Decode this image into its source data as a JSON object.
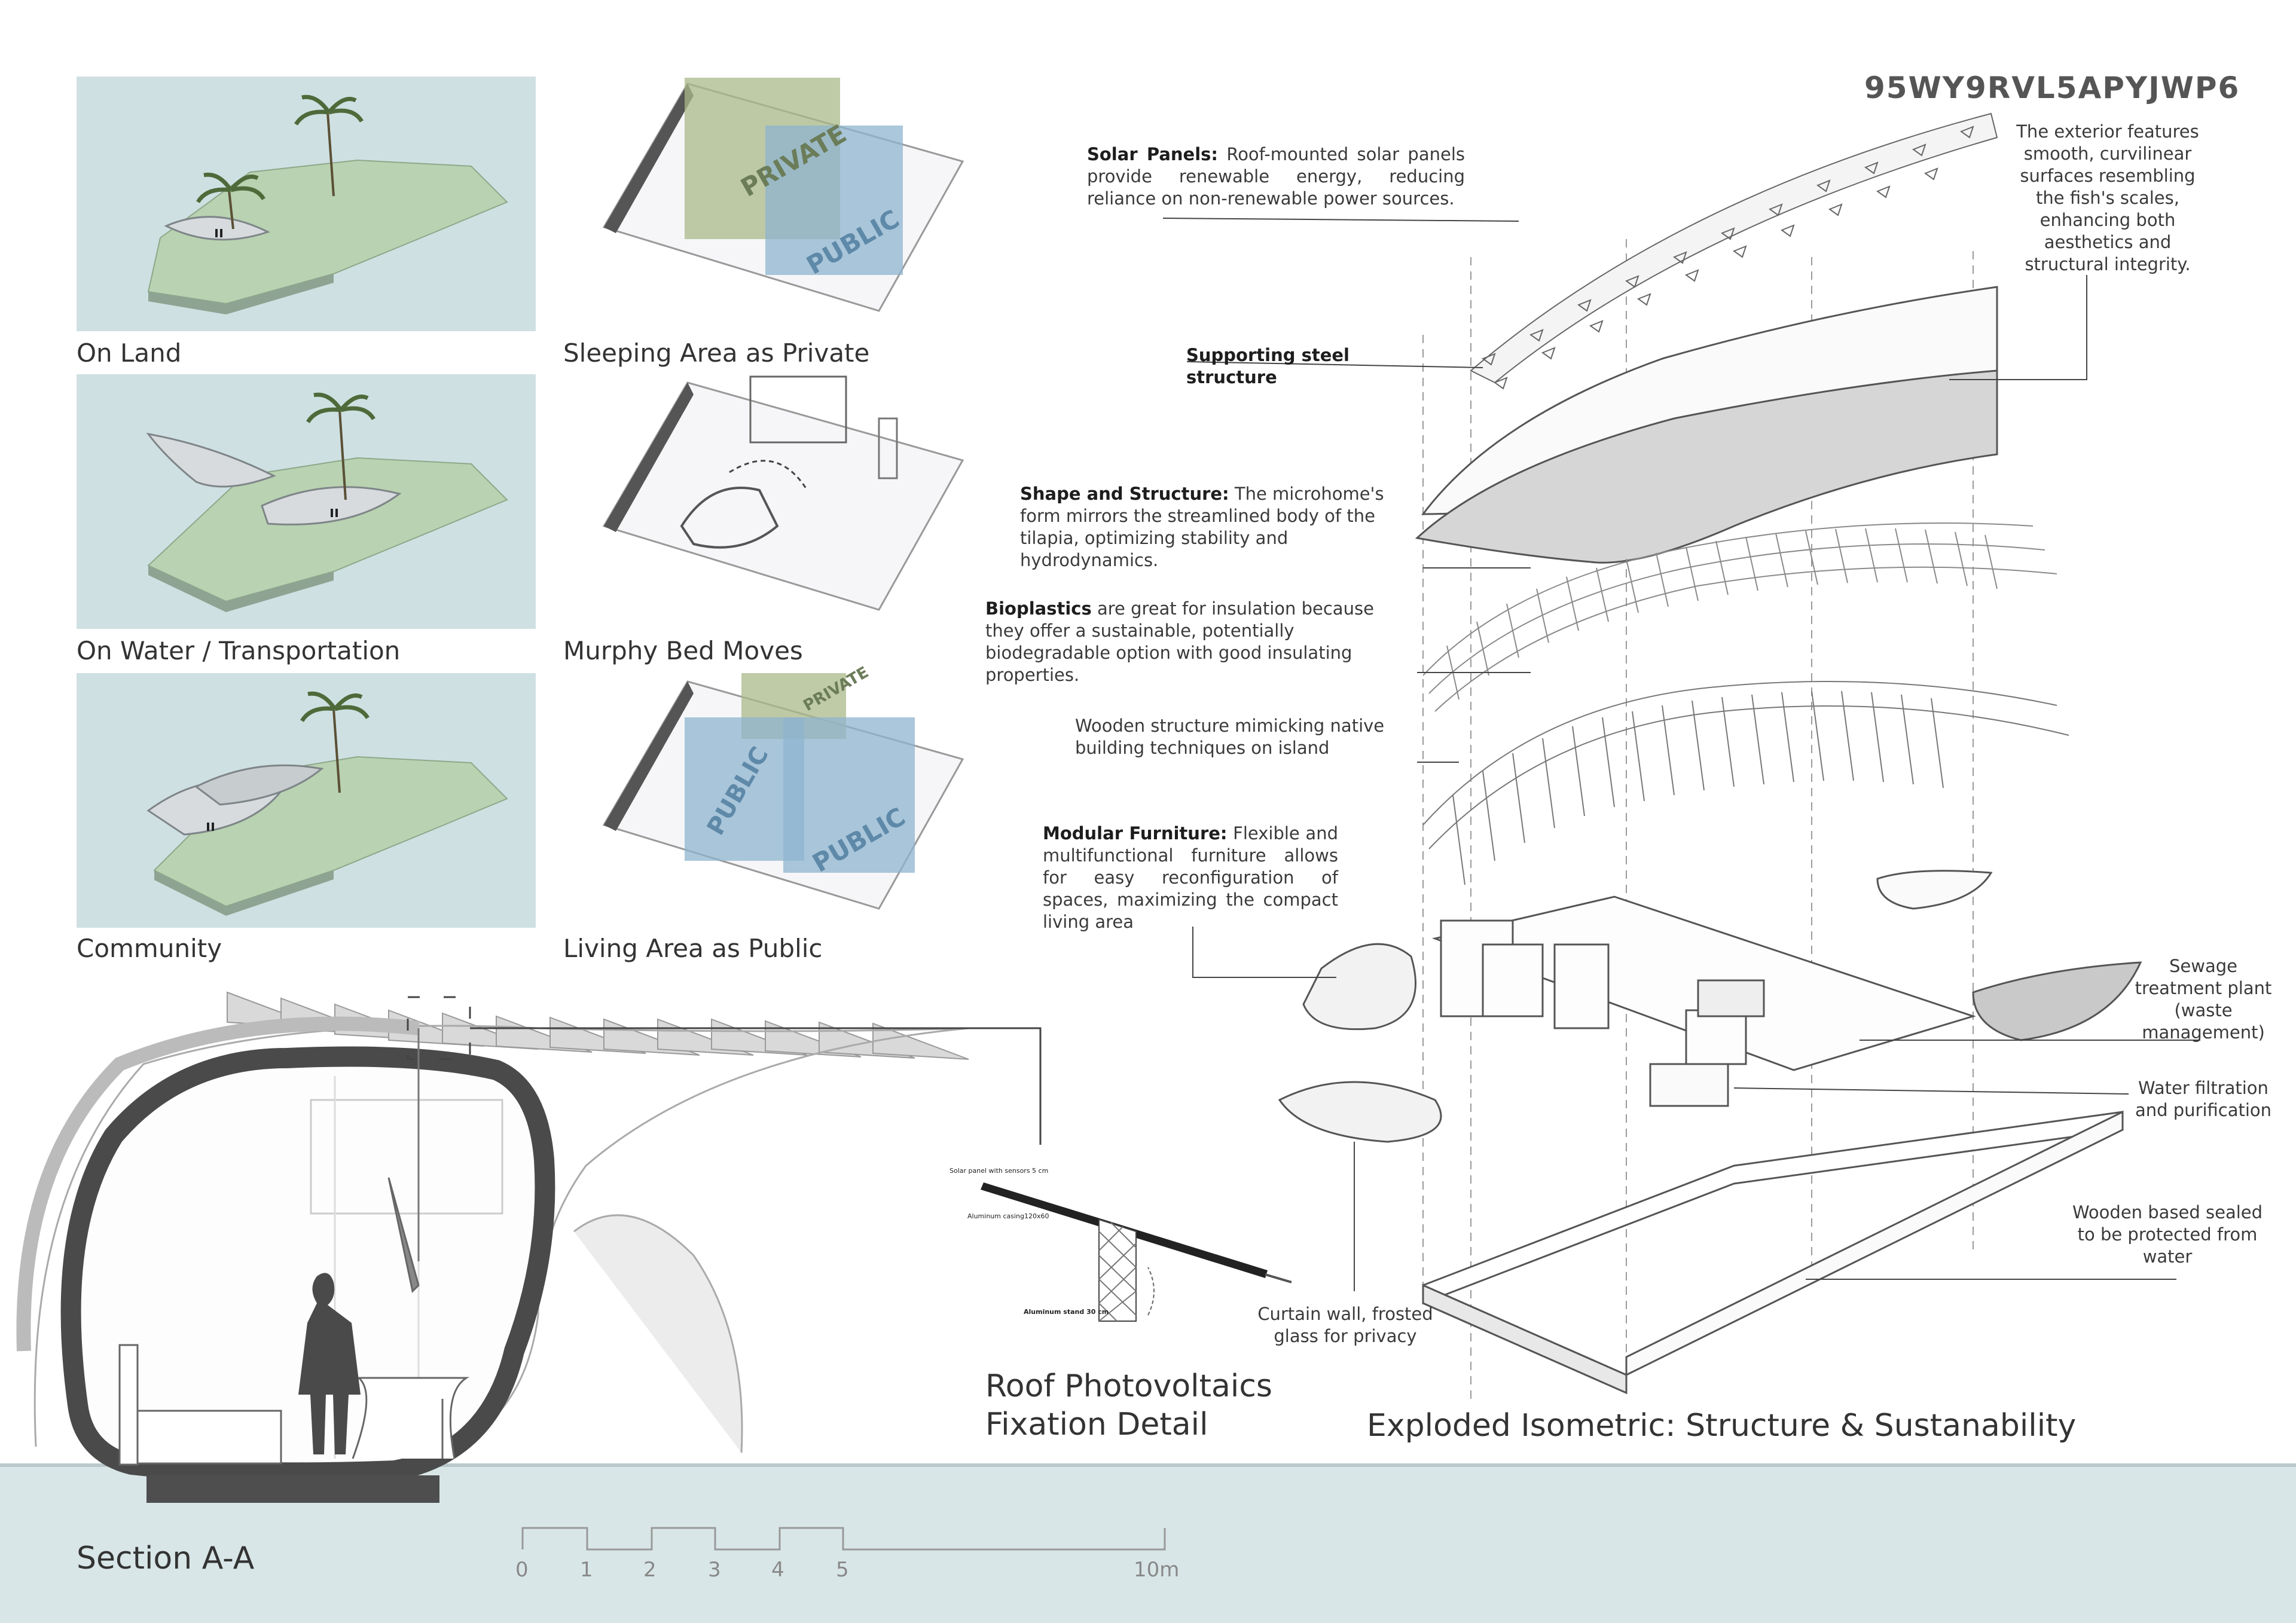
{
  "code": "95WY9RVL5APYJWP6",
  "scenarios": [
    {
      "caption": "On Land"
    },
    {
      "caption": "On Water / Transportation"
    },
    {
      "caption": "Community"
    }
  ],
  "interiors": [
    {
      "caption": "Sleeping Area as Private",
      "labels": [
        "PRIVATE",
        "PUBLIC"
      ]
    },
    {
      "caption": "Murphy Bed Moves"
    },
    {
      "caption": "Living Area as Public",
      "labels": [
        "PRIVATE",
        "PUBLIC",
        "PUBLIC"
      ]
    }
  ],
  "annotations": {
    "solar": {
      "heading": "Solar Panels:",
      "text": " Roof-mounted solar panels provide renewable energy, reducing reliance on non-renewable power sources."
    },
    "steel": {
      "heading": "Supporting steel structure"
    },
    "shape": {
      "heading": "Shape and Structure:",
      "text": " The microhome's form mirrors the streamlined body of the tilapia, optimizing stability and hydrodynamics."
    },
    "bio": {
      "heading": "Bioplastics",
      "text": " are great for insulation because they offer a sustainable, potentially biodegradable option with good insulating properties."
    },
    "wooden": {
      "text": "Wooden structure mimicking native building techniques on island"
    },
    "modular": {
      "heading": "Modular Furniture:",
      "text": " Flexible and multifunctional furniture allows for easy reconfiguration of spaces, maximizing the compact living area"
    },
    "exterior": {
      "text": "The exterior features smooth, curvilinear surfaces resembling the fish's scales, enhancing both aesthetics and structural integrity."
    },
    "sewage": {
      "text": "Sewage treatment plant (waste management)"
    },
    "water": {
      "text": "Water filtration and purification"
    },
    "base": {
      "text": "Wooden based sealed to be protected from water"
    },
    "curtain": {
      "text": "Curtain wall, frosted glass for privacy"
    }
  },
  "detail": {
    "title_line1": "Roof Photovoltaics",
    "title_line2": "Fixation Detail",
    "label_panel": "Solar panel with sensors 5 cm",
    "label_casing": "Aluminum casing120x60",
    "label_stand": "Aluminum stand 30 cm"
  },
  "exploded_title": "Exploded Isometric: Structure & Sustanability",
  "section": {
    "title": "Section A-A",
    "scale_ticks": [
      "0",
      "1",
      "2",
      "3",
      "4",
      "5",
      "10m"
    ]
  }
}
